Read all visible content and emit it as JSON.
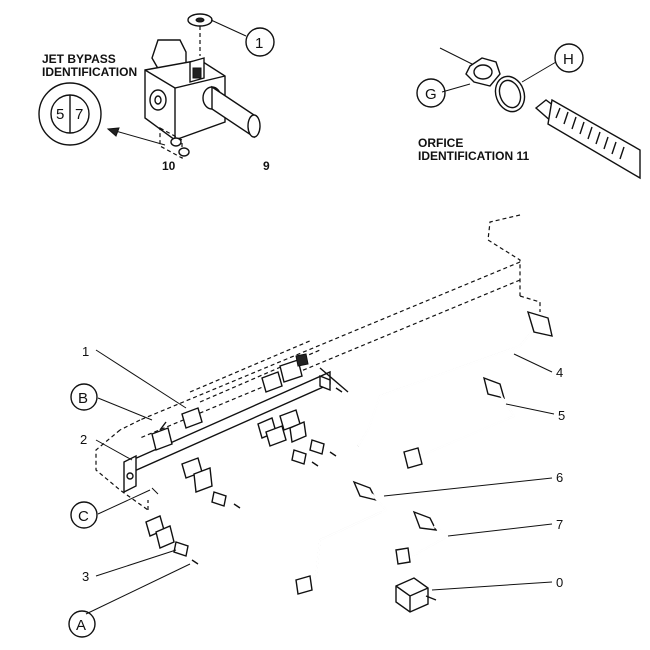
{
  "jet_bypass": {
    "title_line1": "JET BYPASS",
    "title_line2": "IDENTIFICATION",
    "left_number": "5",
    "right_number": "7"
  },
  "orifice": {
    "title_line1": "ORFICE",
    "title_line2": "IDENTIFICATION  11"
  },
  "callouts": {
    "circle_1": "1",
    "circle_G": "G",
    "circle_H": "H",
    "circle_A": "A",
    "circle_B": "B",
    "circle_C": "C",
    "item_0": "0",
    "item_1": "1",
    "item_2": "2",
    "item_3": "3",
    "item_4": "4",
    "item_5": "5",
    "item_6": "6",
    "item_7": "7",
    "item_9": "9",
    "item_10": "10"
  }
}
